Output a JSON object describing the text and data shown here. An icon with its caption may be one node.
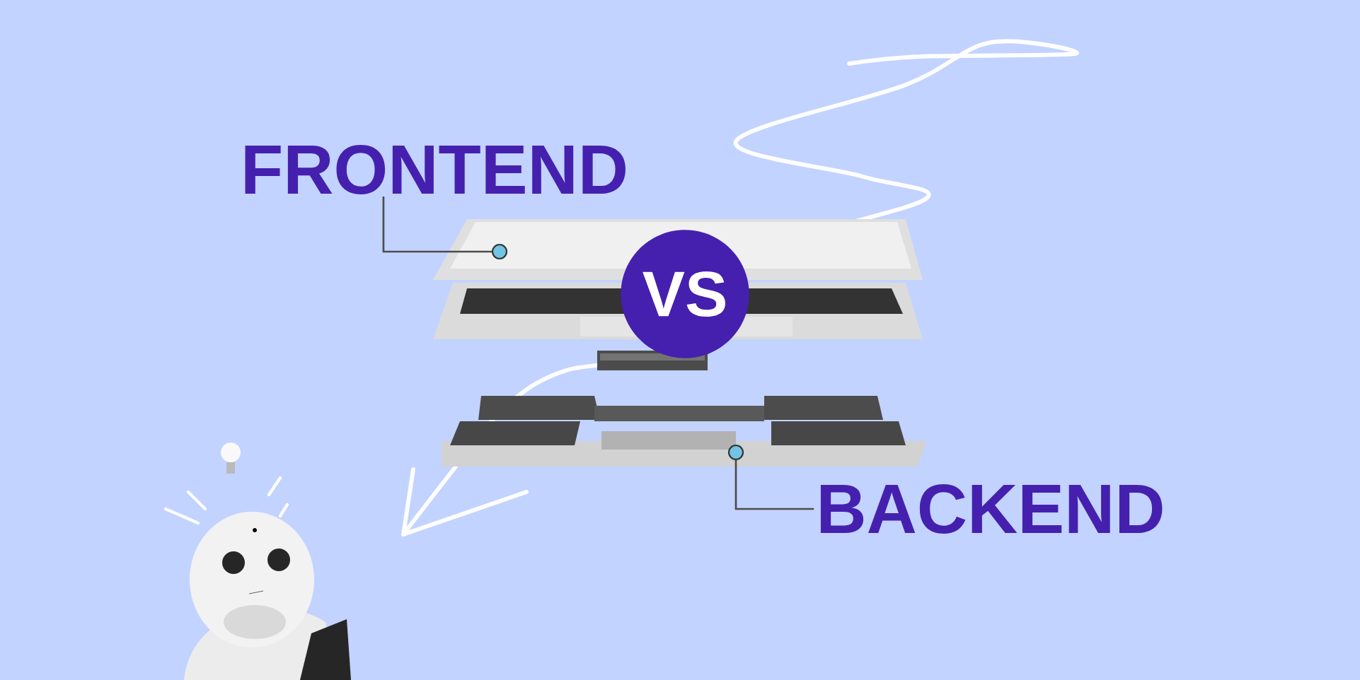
{
  "diagram": {
    "nodes": [
      {
        "text": [
          "FRONTEND"
        ]
      },
      {
        "text": [],
        "shape": "circle"
      },
      {
        "text": [
          "VS"
        ]
      },
      {
        "text": [],
        "shape": "circle"
      },
      {
        "text": [
          "BACKEND"
        ]
      }
    ],
    "edges": [
      {
        "from": 0,
        "to": 1,
        "arrow": "none"
      },
      {
        "from": 4,
        "to": 3,
        "arrow": "none"
      }
    ]
  }
}
